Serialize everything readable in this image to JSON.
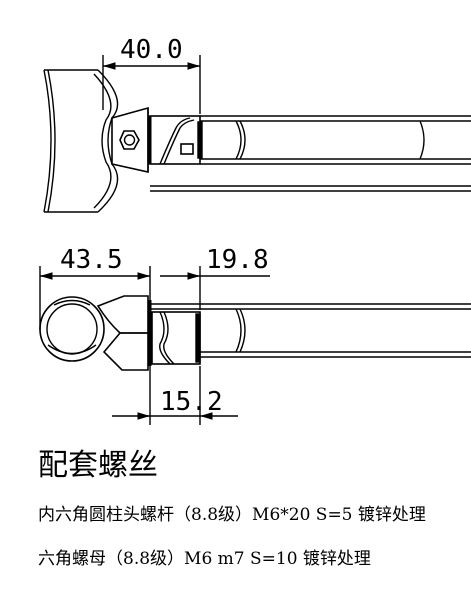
{
  "dimensions": {
    "top_width": "40.0",
    "bottom_left": "43.5",
    "bottom_right": "19.8",
    "bottom_lower": "15.2"
  },
  "notes": {
    "title": "配套螺丝",
    "line1": "内六角圆柱头螺杆（8.8级）M6*20 S=5 镀锌处理",
    "line2": "六角螺母（8.8级）M6 m7 S=10 镀锌处理"
  }
}
